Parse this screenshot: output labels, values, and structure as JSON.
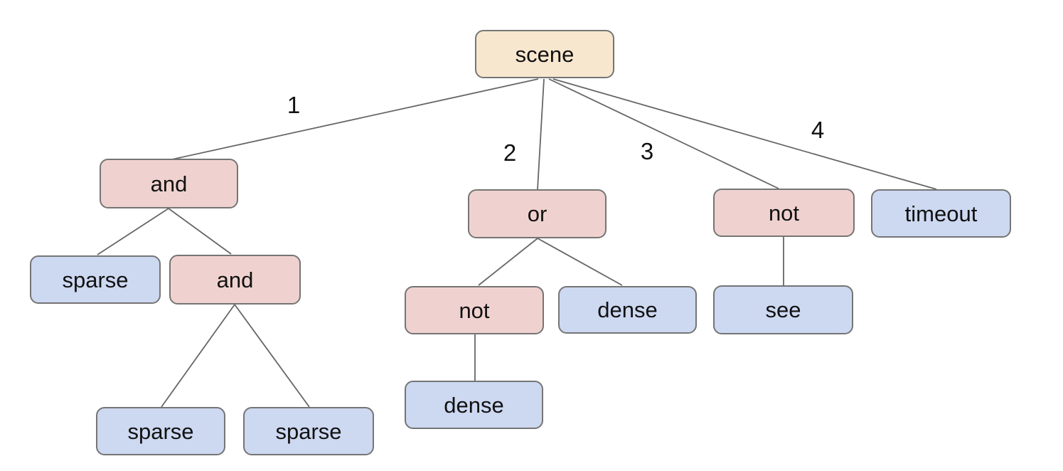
{
  "colors": {
    "background": "#ffffff",
    "root_fill": "#f8e7cf",
    "operator_fill": "#efd2cf",
    "leaf_fill": "#cdd8f1",
    "node_border": "#757575",
    "edge_line": "#666666",
    "text": "#111111"
  },
  "tree": {
    "label": "scene",
    "children": [
      {
        "edge_label": "1",
        "label": "and",
        "children": [
          {
            "label": "sparse",
            "children": []
          },
          {
            "label": "and",
            "children": [
              {
                "label": "sparse",
                "children": []
              },
              {
                "label": "sparse",
                "children": []
              }
            ]
          }
        ]
      },
      {
        "edge_label": "2",
        "label": "or",
        "children": [
          {
            "label": "not",
            "children": [
              {
                "label": "dense",
                "children": []
              }
            ]
          },
          {
            "label": "dense",
            "children": []
          }
        ]
      },
      {
        "edge_label": "3",
        "label": "not",
        "children": [
          {
            "label": "see",
            "children": []
          }
        ]
      },
      {
        "edge_label": "4",
        "label": "timeout",
        "children": []
      }
    ]
  }
}
